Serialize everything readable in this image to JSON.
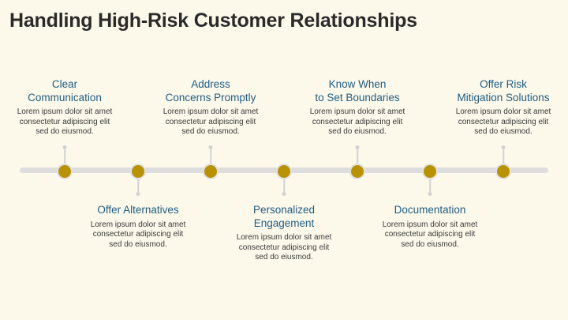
{
  "slide": {
    "title": "Handling High-Risk Customer Relationships"
  },
  "timeline": {
    "items": [
      {
        "title_line1": "Clear",
        "title_line2": "Communication",
        "body_line1": "Lorem ipsum dolor sit amet",
        "body_line2": "consectetur adipiscing elit",
        "body_line3": "sed do eiusmod.",
        "position": "top"
      },
      {
        "title_line1": "Offer Alternatives",
        "title_line2": "",
        "body_line1": "Lorem ipsum dolor sit amet",
        "body_line2": "consectetur adipiscing elit",
        "body_line3": "sed do eiusmod.",
        "position": "bottom"
      },
      {
        "title_line1": "Address",
        "title_line2": "Concerns Promptly",
        "body_line1": "Lorem ipsum dolor sit amet",
        "body_line2": "consectetur adipiscing elit",
        "body_line3": "sed do eiusmod.",
        "position": "top"
      },
      {
        "title_line1": "Personalized",
        "title_line2": "Engagement",
        "body_line1": "Lorem ipsum dolor sit amet",
        "body_line2": "consectetur adipiscing elit",
        "body_line3": "sed do eiusmod.",
        "position": "bottom"
      },
      {
        "title_line1": "Know When",
        "title_line2": "to Set Boundaries",
        "body_line1": "Lorem ipsum dolor sit amet",
        "body_line2": "consectetur adipiscing elit",
        "body_line3": "sed do eiusmod.",
        "position": "top"
      },
      {
        "title_line1": "Documentation",
        "title_line2": "",
        "body_line1": "Lorem ipsum dolor sit amet",
        "body_line2": "consectetur adipiscing elit",
        "body_line3": "sed do eiusmod.",
        "position": "bottom"
      },
      {
        "title_line1": "Offer Risk",
        "title_line2": "Mitigation Solutions",
        "body_line1": "Lorem ipsum dolor sit amet",
        "body_line2": "consectetur adipiscing elit",
        "body_line3": "sed do eiusmod.",
        "position": "top"
      }
    ]
  },
  "colors": {
    "background": "#fcf8ea",
    "title_text": "#2a2a2a",
    "heading_text": "#1e5d84",
    "node_fill": "#b89203",
    "track": "#dddddd"
  }
}
